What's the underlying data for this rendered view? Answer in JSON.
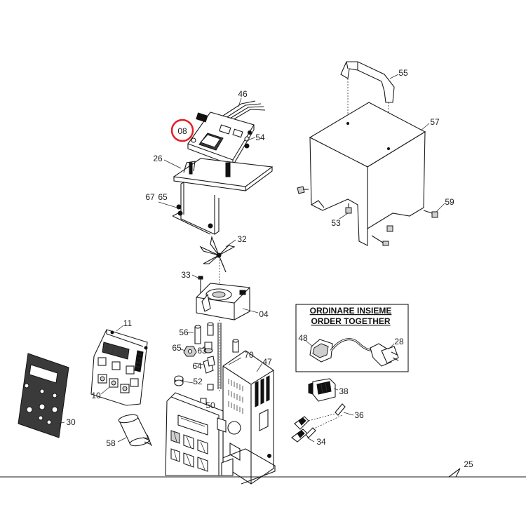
{
  "diagram": {
    "box_title_it": "ORDINARE INSIEME",
    "box_title_en": "ORDER TOGETHER",
    "highlight_color": "#e31e24",
    "parts": {
      "p08": "08",
      "p46": "46",
      "p54": "54",
      "p26": "26",
      "p67": "67",
      "p65a": "65",
      "p32": "32",
      "p33": "33",
      "p04": "04",
      "p55": "55",
      "p57": "57",
      "p59": "59",
      "p53": "53",
      "p11": "11",
      "p56": "56",
      "p65b": "65",
      "p63": "63",
      "p64": "64",
      "p70": "70",
      "p47": "47",
      "p52": "52",
      "p50": "50",
      "p10": "10",
      "p30": "30",
      "p58": "58",
      "p48": "48",
      "p28": "28",
      "p38": "38",
      "p36": "36",
      "p34": "34",
      "p25": "25"
    }
  }
}
